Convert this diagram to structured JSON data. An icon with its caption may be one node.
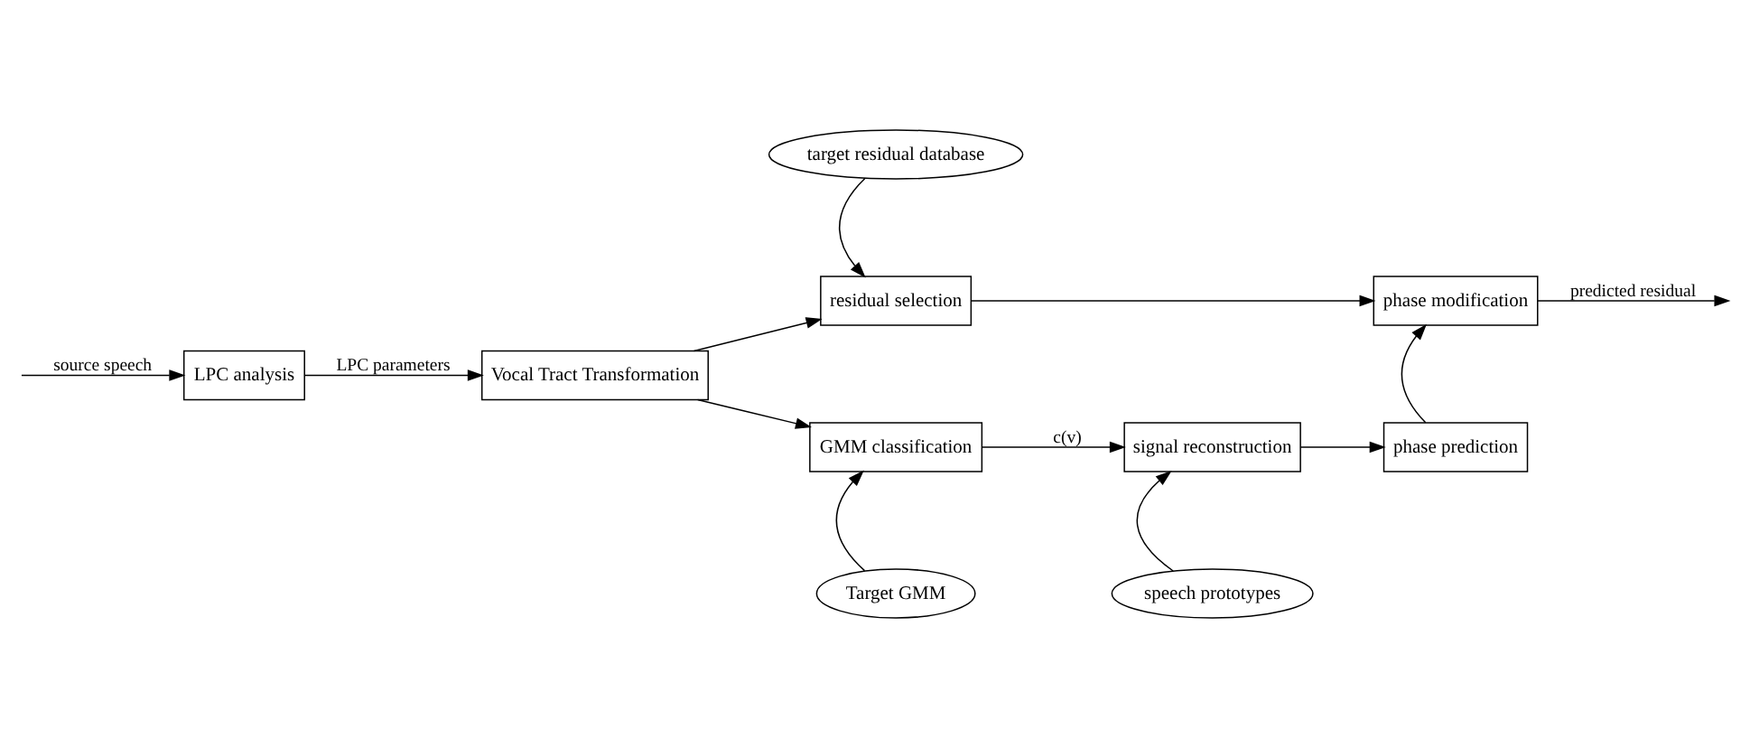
{
  "diagram": {
    "nodes": [
      {
        "text": [
          "LPC analysis"
        ]
      },
      {
        "text": [
          "Vocal Tract Transformation"
        ]
      },
      {
        "text": [
          "target residual database"
        ]
      },
      {
        "text": [
          "residual selection"
        ]
      },
      {
        "text": [
          "GMM classification"
        ]
      },
      {
        "text": [
          "signal reconstruction"
        ]
      },
      {
        "text": [
          "phase modification"
        ]
      },
      {
        "text": [
          "phase prediction"
        ]
      },
      {
        "text": [
          "Target GMM"
        ]
      },
      {
        "text": [
          "speech prototypes"
        ]
      }
    ],
    "edges": [
      {
        "from": null,
        "to": 0,
        "arrow": "to",
        "label": "source speech"
      },
      {
        "from": 0,
        "to": 1,
        "arrow": "to",
        "label": "LPC parameters"
      },
      {
        "from": 1,
        "to": 3,
        "arrow": "to"
      },
      {
        "from": 1,
        "to": 4,
        "arrow": "to"
      },
      {
        "from": 2,
        "to": 3,
        "arrow": "to"
      },
      {
        "from": 3,
        "to": 6,
        "arrow": "to"
      },
      {
        "from": 4,
        "to": 5,
        "arrow": "to",
        "label": "c(v)"
      },
      {
        "from": 8,
        "to": 4,
        "arrow": "to"
      },
      {
        "from": 9,
        "to": 5,
        "arrow": "to"
      },
      {
        "from": 5,
        "to": 7,
        "arrow": "to"
      },
      {
        "from": 7,
        "to": 6,
        "arrow": "to"
      },
      {
        "from": 6,
        "to": null,
        "arrow": "to",
        "label": "predicted residual"
      }
    ]
  }
}
